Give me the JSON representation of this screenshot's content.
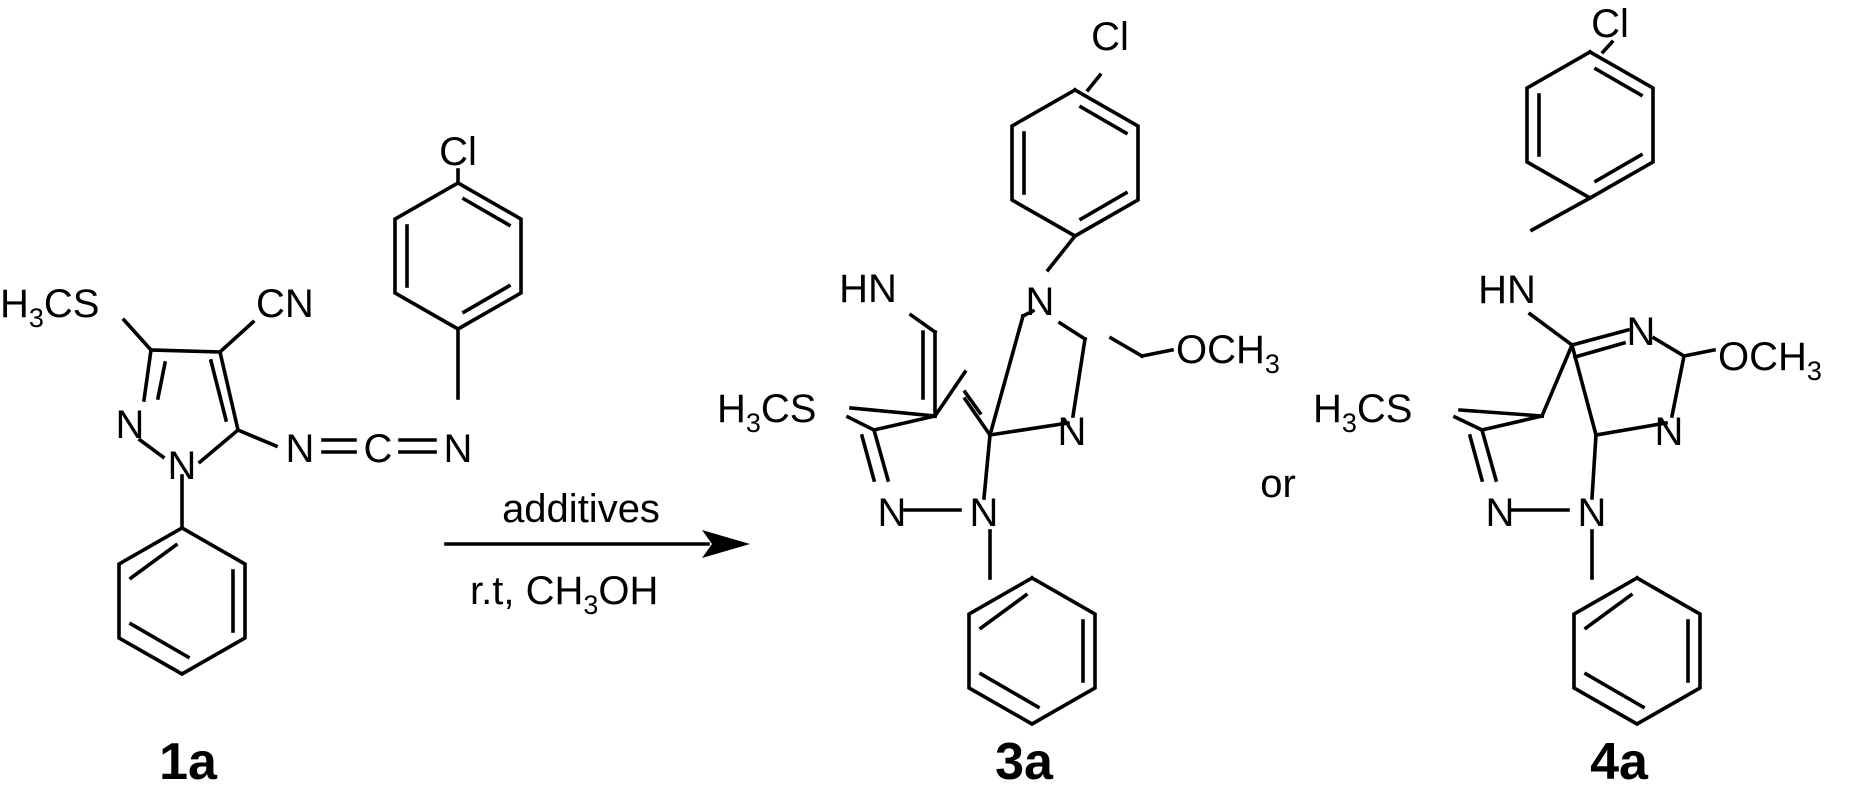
{
  "atoms": {
    "cl": "Cl",
    "cn": "CN",
    "n": "N",
    "c": "C",
    "h3cs_h3": "H",
    "h3cs_sub": "3",
    "h3cs_cs": "CS",
    "hn_imine": "HN",
    "hn_amine": "HN",
    "och3_o": "OCH",
    "och3_sub": "3"
  },
  "conditions": {
    "above": "additives",
    "below_prefix": "r.t, CH",
    "below_sub": "3",
    "below_suffix": "OH"
  },
  "connector": "or",
  "compounds": {
    "reactant": "1a",
    "product_imine": "3a",
    "product_amine": "4a"
  }
}
